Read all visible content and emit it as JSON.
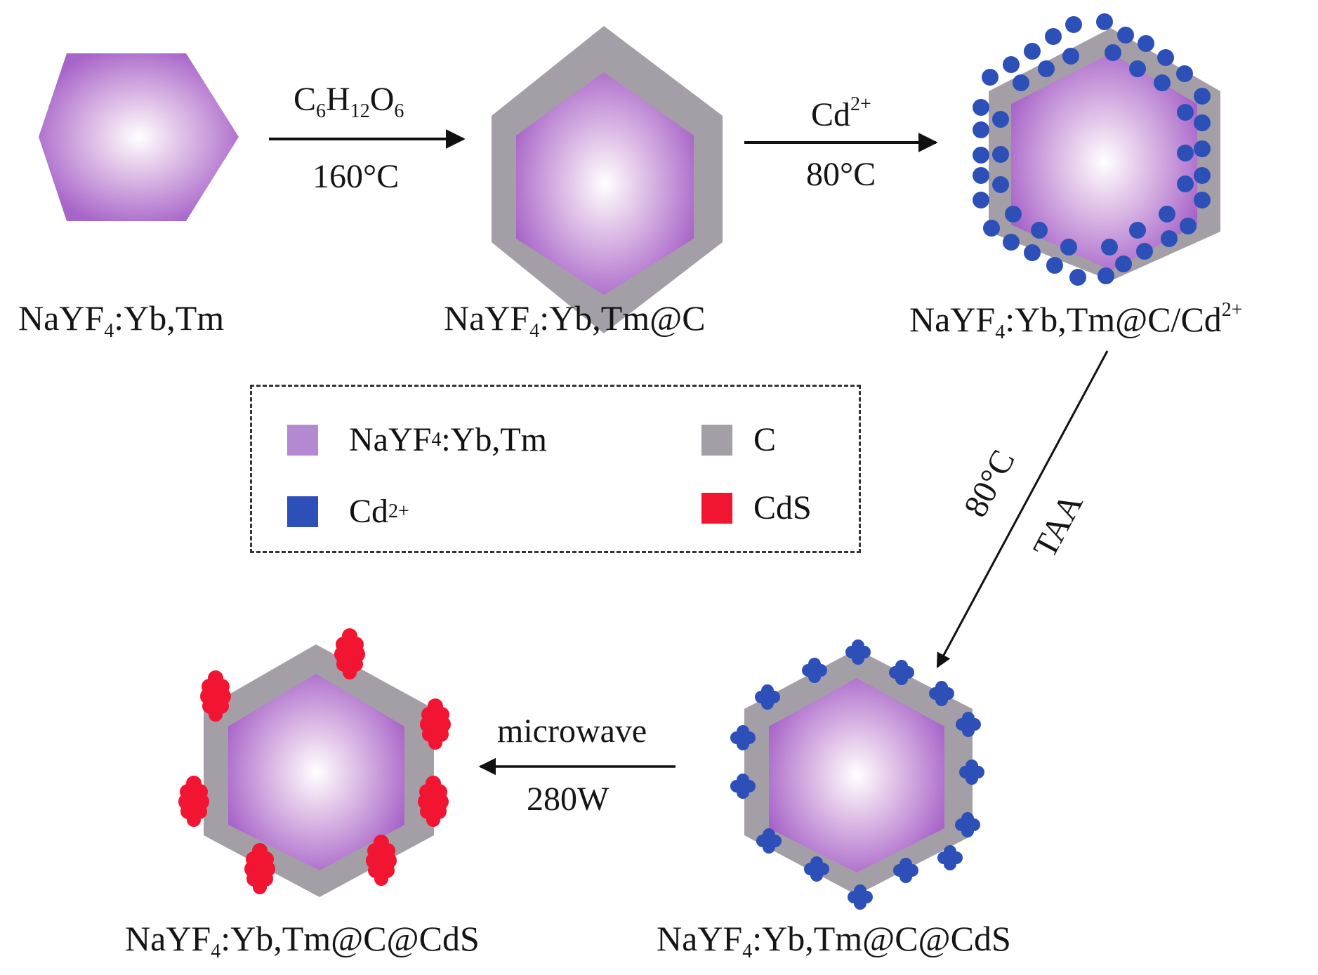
{
  "colors": {
    "core": "#b38ad2",
    "core_center": "#ffffff",
    "carbon": "#a49ea7",
    "cd_ion": "#2d50b8",
    "cds": "#f21532",
    "arrow": "#111111"
  },
  "particles": [
    {
      "id": "p1",
      "label_main": "NaYF",
      "label_sub": "4",
      "label_rest": ":Yb,Tm",
      "label_sup": ""
    },
    {
      "id": "p2",
      "label_main": "NaYF",
      "label_sub": "4",
      "label_rest": ":Yb,Tm@C",
      "label_sup": ""
    },
    {
      "id": "p3",
      "label_main": "NaYF",
      "label_sub": "4",
      "label_rest": ":Yb,Tm@C/Cd",
      "label_sup": "2+"
    },
    {
      "id": "p4",
      "label_main": "NaYF",
      "label_sub": "4",
      "label_rest": ":Yb,Tm@C@CdS",
      "label_sup": ""
    },
    {
      "id": "p5",
      "label_main": "NaYF",
      "label_sub": "4",
      "label_rest": ":Yb,Tm@C@CdS",
      "label_sup": ""
    }
  ],
  "steps": [
    {
      "from": "p1",
      "to": "p2",
      "top": {
        "C": "C",
        "s1": "6",
        "H": "H",
        "s2": "12",
        "O": "O",
        "s3": "6"
      },
      "bottom": "160°C"
    },
    {
      "from": "p2",
      "to": "p3",
      "top_main": "Cd",
      "top_sup": "2+",
      "bottom": "80°C"
    },
    {
      "from": "p3",
      "to": "p4",
      "top": "80°C",
      "bottom": "TAA"
    },
    {
      "from": "p4",
      "to": "p5",
      "top": "microwave",
      "bottom": "280W"
    }
  ],
  "legend": {
    "items": [
      {
        "main": "NaYF",
        "sub": "4",
        "rest": ":Yb,Tm",
        "sup": "",
        "color": "#b38ad2"
      },
      {
        "main": "C",
        "sub": "",
        "rest": "",
        "sup": "",
        "color": "#a49ea7"
      },
      {
        "main": "Cd",
        "sub": "",
        "rest": "",
        "sup": "2+",
        "color": "#2d50b8"
      },
      {
        "main": "CdS",
        "sub": "",
        "rest": "",
        "sup": "",
        "color": "#f21532"
      }
    ]
  }
}
